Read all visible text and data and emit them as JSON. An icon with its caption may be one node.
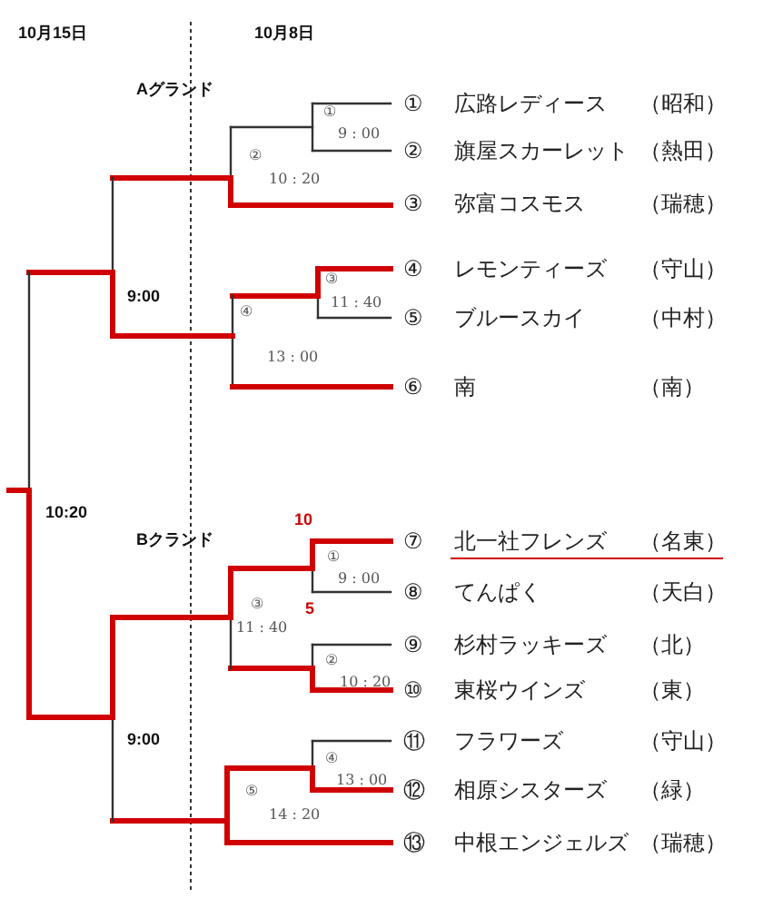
{
  "diagram": {
    "nodes": [
      {
        "text": [
          "①",
          "広路レディース",
          "（昭和）"
        ]
      },
      {
        "text": [
          "②",
          "旗屋スカーレット",
          "（熱田）"
        ]
      },
      {
        "text": [
          "③",
          "弥富コスモス",
          "（瑞穂）"
        ]
      },
      {
        "text": [
          "④",
          "レモンティーズ",
          "（守山）"
        ]
      },
      {
        "text": [
          "⑤",
          "ブルースカイ",
          "（中村）"
        ]
      },
      {
        "text": [
          "⑥",
          "南",
          "（南）"
        ]
      },
      {
        "text": [
          "⑦",
          "北一社フレンズ",
          "（名東）"
        ]
      },
      {
        "text": [
          "⑧",
          "てんぱく",
          "（天白）"
        ]
      },
      {
        "text": [
          "⑨",
          "杉村ラッキーズ",
          "（北）"
        ]
      },
      {
        "text": [
          "⑩",
          "東桜ウインズ",
          "（東）"
        ]
      },
      {
        "text": [
          "⑪",
          "フラワーズ",
          "（守山）"
        ]
      },
      {
        "text": [
          "⑫",
          "相原シスターズ",
          "（緑）"
        ]
      },
      {
        "text": [
          "⑬",
          "中根エンジェルズ",
          "（瑞穂）"
        ]
      }
    ],
    "labels": [
      "10月15日",
      "10月8日",
      "Aグランド",
      "①",
      "9 : 00",
      "②",
      "10 : 20",
      "③",
      "11 : 40",
      "9:00",
      "④",
      "13 : 00",
      "10:20",
      "Bクランド",
      "10",
      "①",
      "9 : 00",
      "5",
      "③",
      "11 : 40",
      "②",
      "10 : 20",
      "9:00",
      "④",
      "13 : 00",
      "⑤",
      "14 : 20"
    ]
  }
}
